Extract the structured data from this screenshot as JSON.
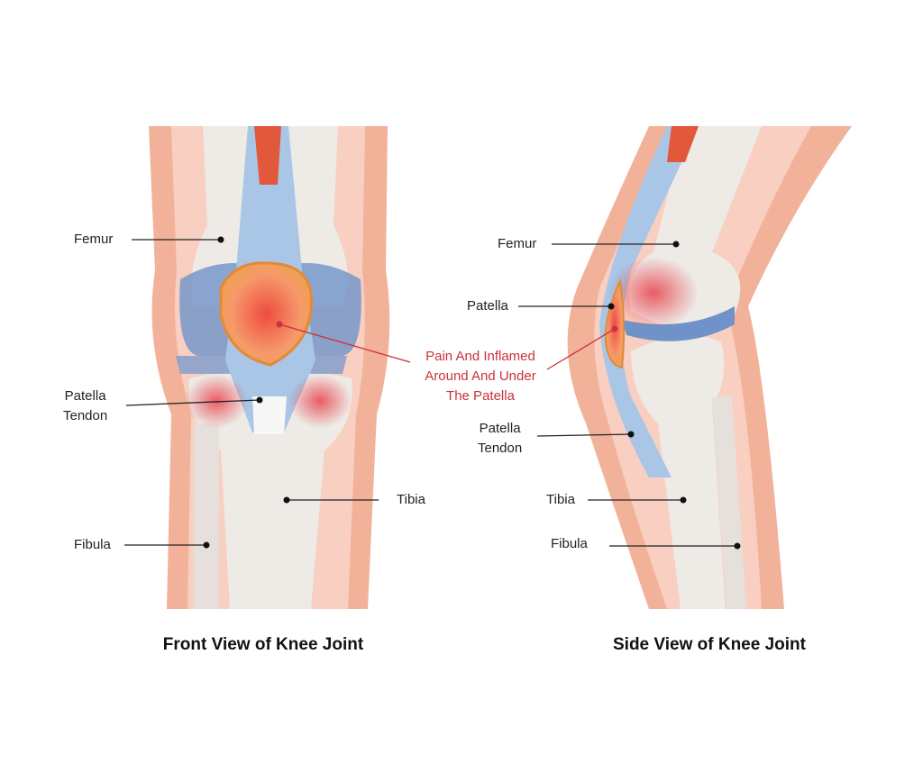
{
  "front_view": {
    "title": "Front View of Knee Joint",
    "labels": {
      "femur": "Femur",
      "patella_tendon": [
        "Patella",
        "Tendon"
      ],
      "tibia": "Tibia",
      "fibula": "Fibula"
    }
  },
  "side_view": {
    "title": "Side View of Knee Joint",
    "labels": {
      "femur": "Femur",
      "patella": "Patella",
      "patella_tendon": [
        "Patella",
        "Tendon"
      ],
      "tibia": "Tibia",
      "fibula": "Fibula"
    }
  },
  "annotation": {
    "lines": [
      "Pain And Inflamed",
      "Around And Under",
      "The Patella"
    ]
  },
  "colors": {
    "skin": "#f2b29a",
    "skin_inner": "#f8cfc0",
    "bone": "#eeeae6",
    "cartilage": "#6f93c9",
    "tendon": "#a9c6e6",
    "patella": "#f29a3a",
    "inflammation": "#e8434d",
    "annotation": "#c8323a"
  }
}
